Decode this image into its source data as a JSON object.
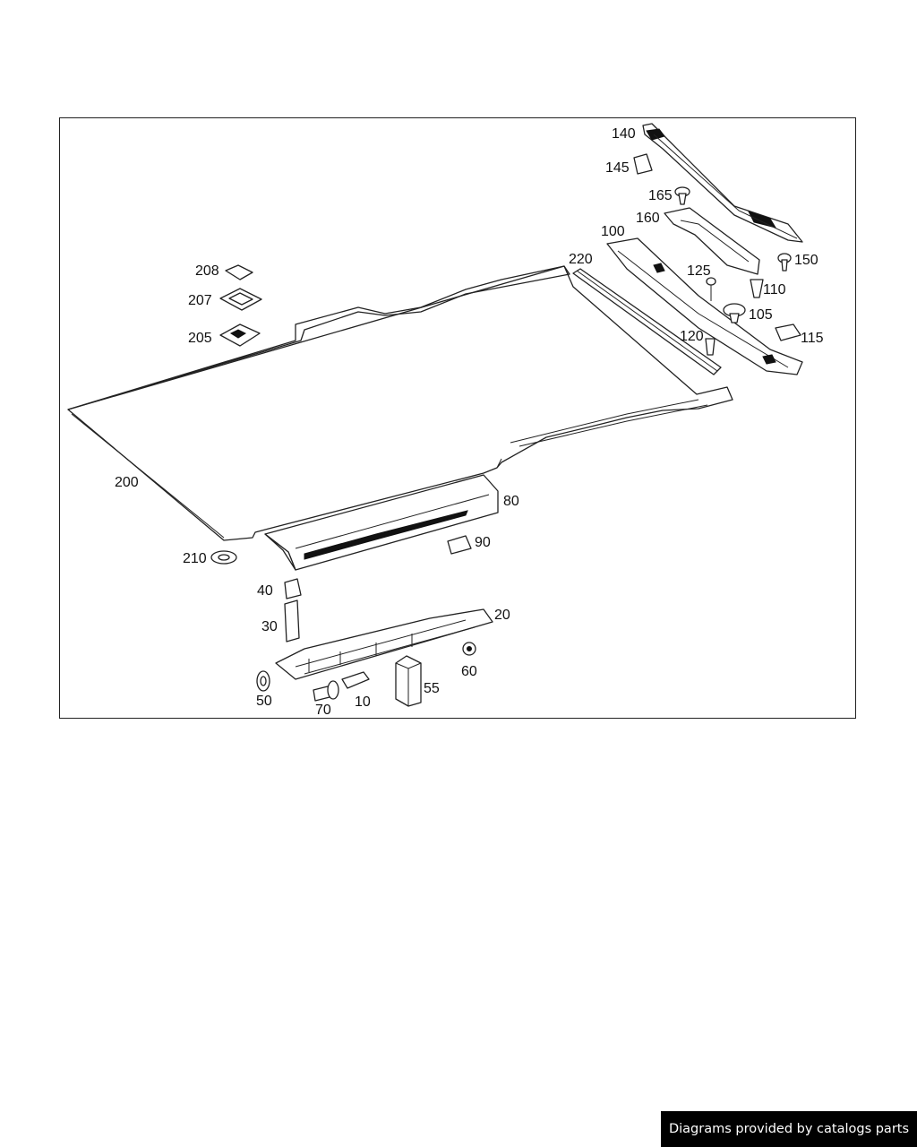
{
  "callouts": {
    "p10": "10",
    "p20": "20",
    "p30": "30",
    "p40": "40",
    "p50": "50",
    "p55": "55",
    "p60": "60",
    "p70": "70",
    "p80": "80",
    "p90": "90",
    "p100": "100",
    "p105": "105",
    "p110": "110",
    "p115": "115",
    "p120": "120",
    "p125": "125",
    "p140": "140",
    "p145": "145",
    "p150": "150",
    "p160": "160",
    "p165": "165",
    "p200": "200",
    "p205": "205",
    "p207": "207",
    "p208": "208",
    "p210": "210",
    "p220": "220"
  },
  "footer": {
    "credit": "Diagrams provided by catalogs parts"
  },
  "colors": {
    "line": "#222222",
    "background": "#ffffff",
    "credit_bg": "#000000"
  }
}
